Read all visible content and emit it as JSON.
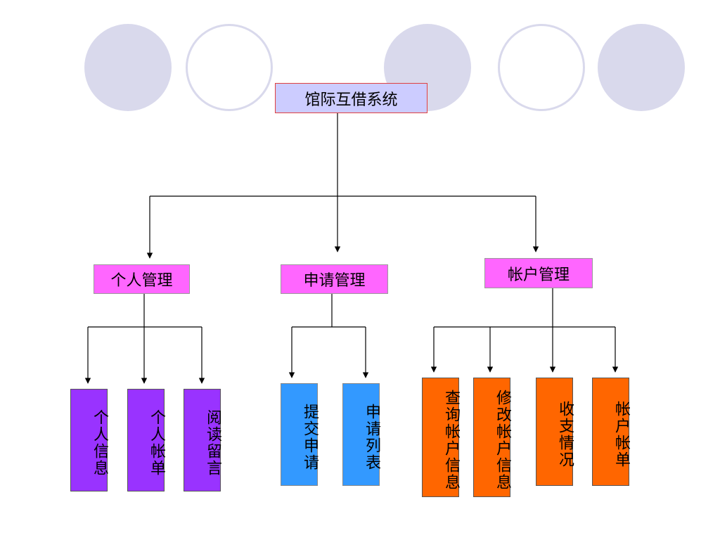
{
  "decorations": {
    "circles": [
      "filled",
      "ring",
      "filled",
      "ring",
      "filled"
    ]
  },
  "root": {
    "label": "馆际互借系统"
  },
  "groups": [
    {
      "label": "个人管理",
      "children": [
        "个人信息",
        "个人帐单",
        "阅读留言"
      ]
    },
    {
      "label": "申请管理",
      "children": [
        "提交申请",
        "申请列表"
      ]
    },
    {
      "label": "帐户管理",
      "children": [
        "查询帐户信息",
        "修改帐户信息",
        "收支情况",
        "帐户帐单"
      ]
    }
  ],
  "colors": {
    "root_fill": "#ccccff",
    "root_border": "#e04040",
    "group_fill": "#ff66ff",
    "leaf_personal": "#9933ff",
    "leaf_application": "#3399ff",
    "leaf_account": "#ff6600",
    "circle_fill": "#d9d9ec"
  }
}
